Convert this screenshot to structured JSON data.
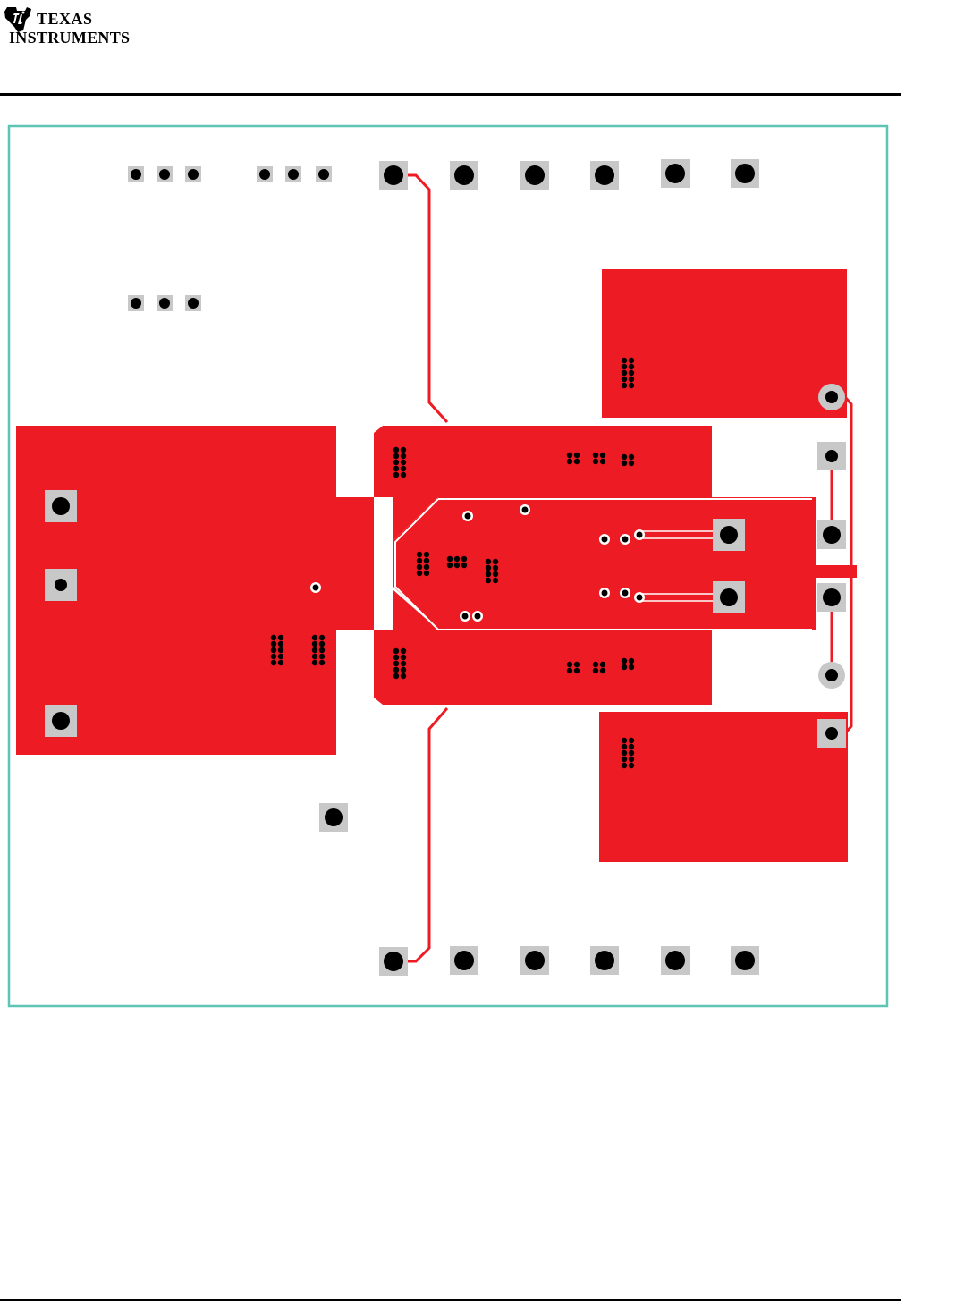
{
  "header": {
    "logo_line1": "Texas",
    "logo_line2": "Instruments"
  },
  "colors": {
    "copper": "#ed1c24",
    "pad": "#c8c8c8",
    "drill": "#000000",
    "outline": "#5cc5b5",
    "rule": "#000000"
  },
  "figure": {
    "type": "pcb-layer-layout"
  }
}
